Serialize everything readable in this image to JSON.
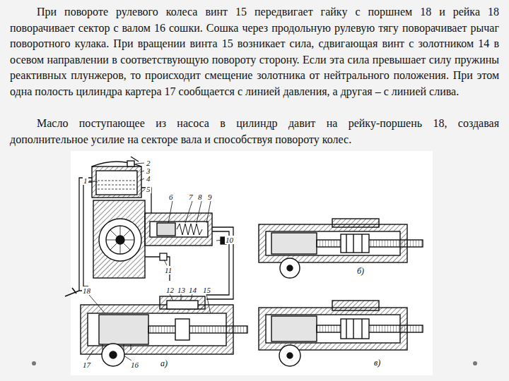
{
  "diagram": {
    "labels": [
      "При повороте рулевого колеса винт 15 передвигает гайку с поршнем 18 и рейка 18 поворачивает сектор с валом 16 сошки. Сошка через продольную рулевую тягу поворачивает рычаг поворотного кулака. При вращении винта 15 возникает сила, сдвигающая винт с золотником 14 в осевом направлении в соответствующую повороту сторону. Если эта сила превышает силу пружины реактивных плунжеров, то происходит смещение золотника от нейтрального положения. При этом одна полость цилиндра картера 17 сообщается с линией давления, а другая – с линией слива.",
      "Масло поступающее из насоса в цилиндр давит на рейку-поршень 18, создавая дополнительное усилие на секторе вала и способствуя повороту колес.",
      "1",
      "2",
      "3",
      "4",
      "5",
      "6",
      "7",
      "8",
      "9",
      "10",
      "11",
      "12",
      "13",
      "14",
      "15",
      "18",
      "17",
      "16",
      "а)",
      "б)",
      "в)"
    ]
  }
}
